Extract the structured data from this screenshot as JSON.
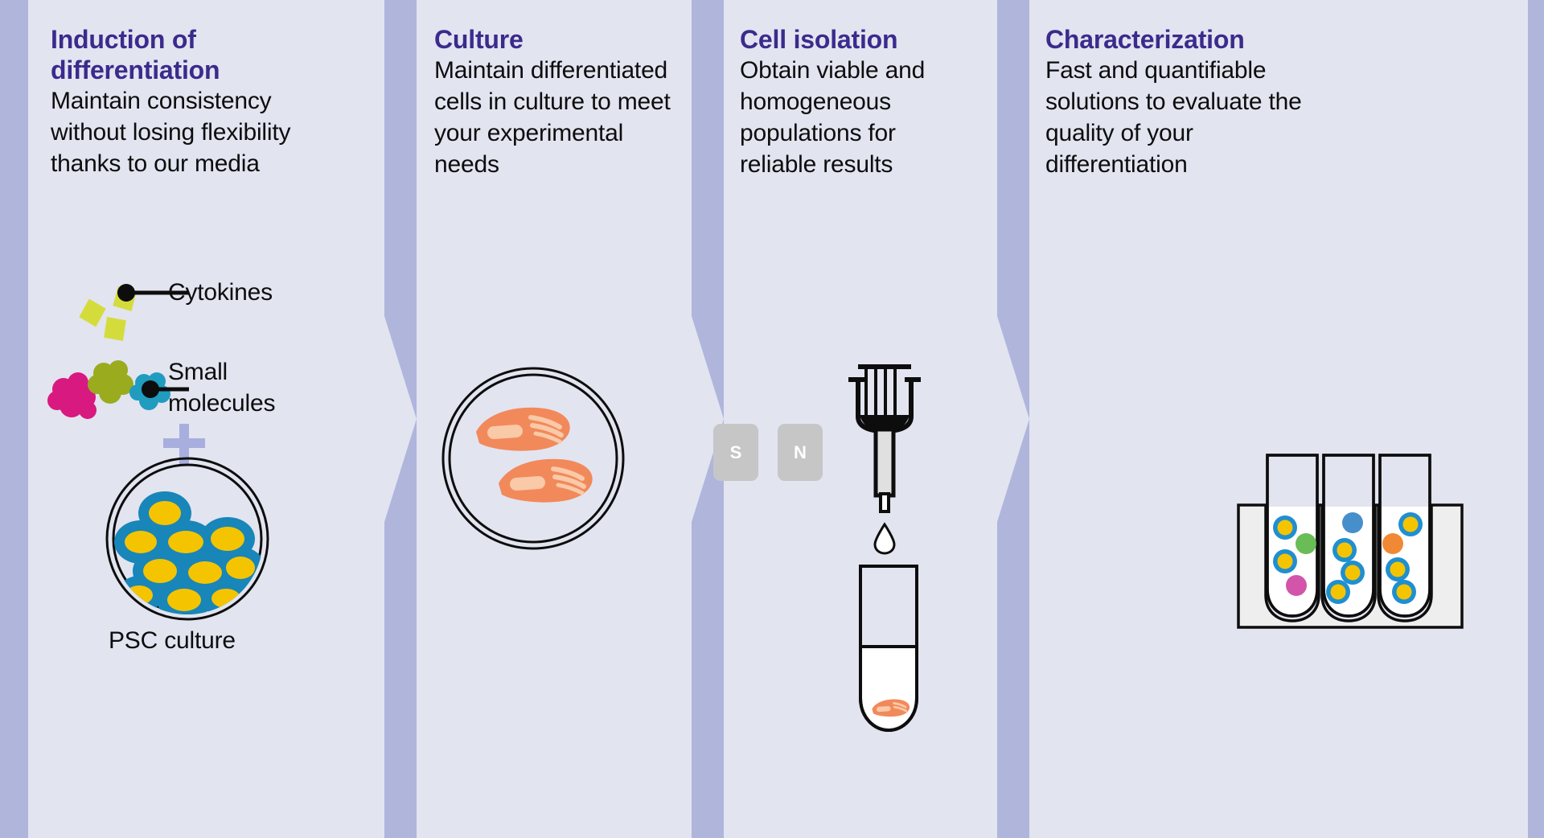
{
  "figure": {
    "type": "workflow-diagram",
    "orientation": "horizontal",
    "step_count": 4,
    "background_color": "#b0b5dc",
    "panel_color": "#e2e4f0",
    "title_color": "#3a2b8c",
    "body_color": "#0d0d0d"
  },
  "steps": [
    {
      "id": "induction",
      "title": "Induction of differentiation",
      "body": "Maintain consistency without losing flexibility thanks to our media",
      "caption": "PSC culture",
      "legend": [
        {
          "key": "cytokines",
          "label": "Cytokines",
          "shape": "diamond",
          "color": "#d4dc3c"
        },
        {
          "key": "small-molecules",
          "label": "Small molecules",
          "shape": "blob",
          "color": "#1f9cc0"
        }
      ],
      "molecule_colors": [
        "#d4dc3c",
        "#d4dc3c",
        "#d4dc3c",
        "#d8197f",
        "#9aab1e",
        "#1f9cc0"
      ],
      "plus_symbol": "+",
      "plus_color": "#a8aede",
      "illustration": "psc-colony-petri-dish",
      "cell_body_color": "#1886b8",
      "cell_nucleus_color": "#f5c400"
    },
    {
      "id": "culture",
      "title": "Culture",
      "body": "Maintain differentiated cells in culture to meet your experimental needs",
      "illustration": "petri-dish-differentiated-cells",
      "cell_color": "#f2895a",
      "cell_highlight_color": "#f9c9a8",
      "cell_count": 2
    },
    {
      "id": "cell-isolation",
      "title": "Cell isolation",
      "body": "Obtain viable and homogeneous populations for reliable results",
      "illustration": "magnetic-separation-column",
      "magnets": [
        {
          "label": "S",
          "color": "#c6c6c6"
        },
        {
          "label": "N",
          "color": "#c6c6c6"
        }
      ],
      "magnet_label_color": "#ffffff",
      "droplet": "droplet",
      "tube_fill_color": "#ffffff",
      "isolated_cell_color": "#f2895a"
    },
    {
      "id": "characterization",
      "title": "Characterization",
      "body": "Fast and quantifiable solutions to evaluate the quality of your differentiation",
      "illustration": "test-tube-rack",
      "rack_color": "#eeeeee",
      "tube_count": 3,
      "tubes": [
        {
          "index": 1,
          "markers": [
            "blue-yellow-cell",
            "green-circle",
            "blue-yellow-cell",
            "pink-circle"
          ]
        },
        {
          "index": 2,
          "markers": [
            "blue-gray-circle",
            "blue-yellow-cell",
            "blue-yellow-cell",
            "blue-yellow-cell"
          ]
        },
        {
          "index": 3,
          "markers": [
            "blue-yellow-cell",
            "orange-circle",
            "blue-yellow-cell",
            "blue-yellow-cell"
          ]
        }
      ],
      "marker_colors": {
        "cell_ring": "#1f8fd0",
        "cell_core": "#f5c400",
        "green": "#5cb648",
        "pink": "#cc3e9e",
        "blue_gray": "#2d7fc4",
        "orange": "#f07c1e"
      }
    }
  ]
}
